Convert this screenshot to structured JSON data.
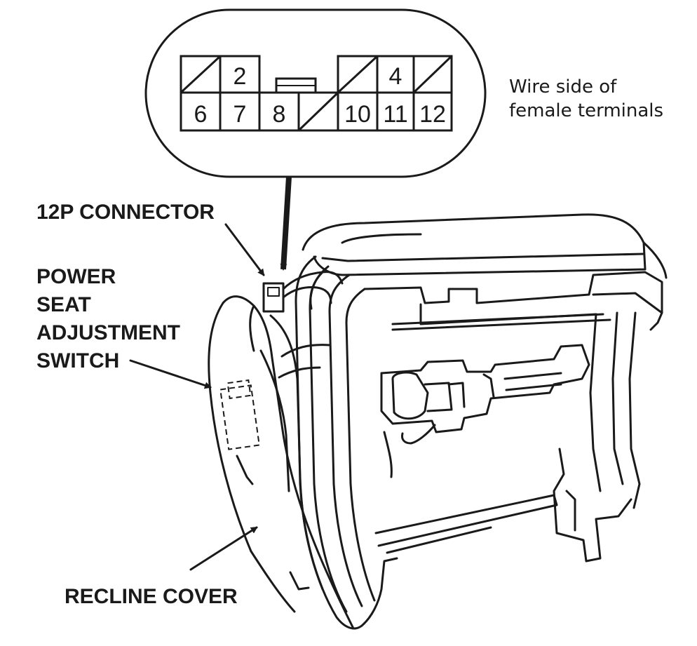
{
  "connector_view": {
    "note_line1": "Wire side of",
    "note_line2": "female terminals",
    "top_row": [
      "",
      "2",
      "",
      "",
      "4",
      ""
    ],
    "bottom_row": [
      "6",
      "7",
      "8",
      "",
      "10",
      "11",
      "12"
    ]
  },
  "callouts": {
    "connector": "12P CONNECTOR",
    "switch_line1": "POWER",
    "switch_line2": "SEAT",
    "switch_line3": "ADJUSTMENT",
    "switch_line4": "SWITCH",
    "recline_cover": "RECLINE COVER"
  },
  "colors": {
    "ink": "#1a1a1a",
    "paper": "#ffffff"
  }
}
